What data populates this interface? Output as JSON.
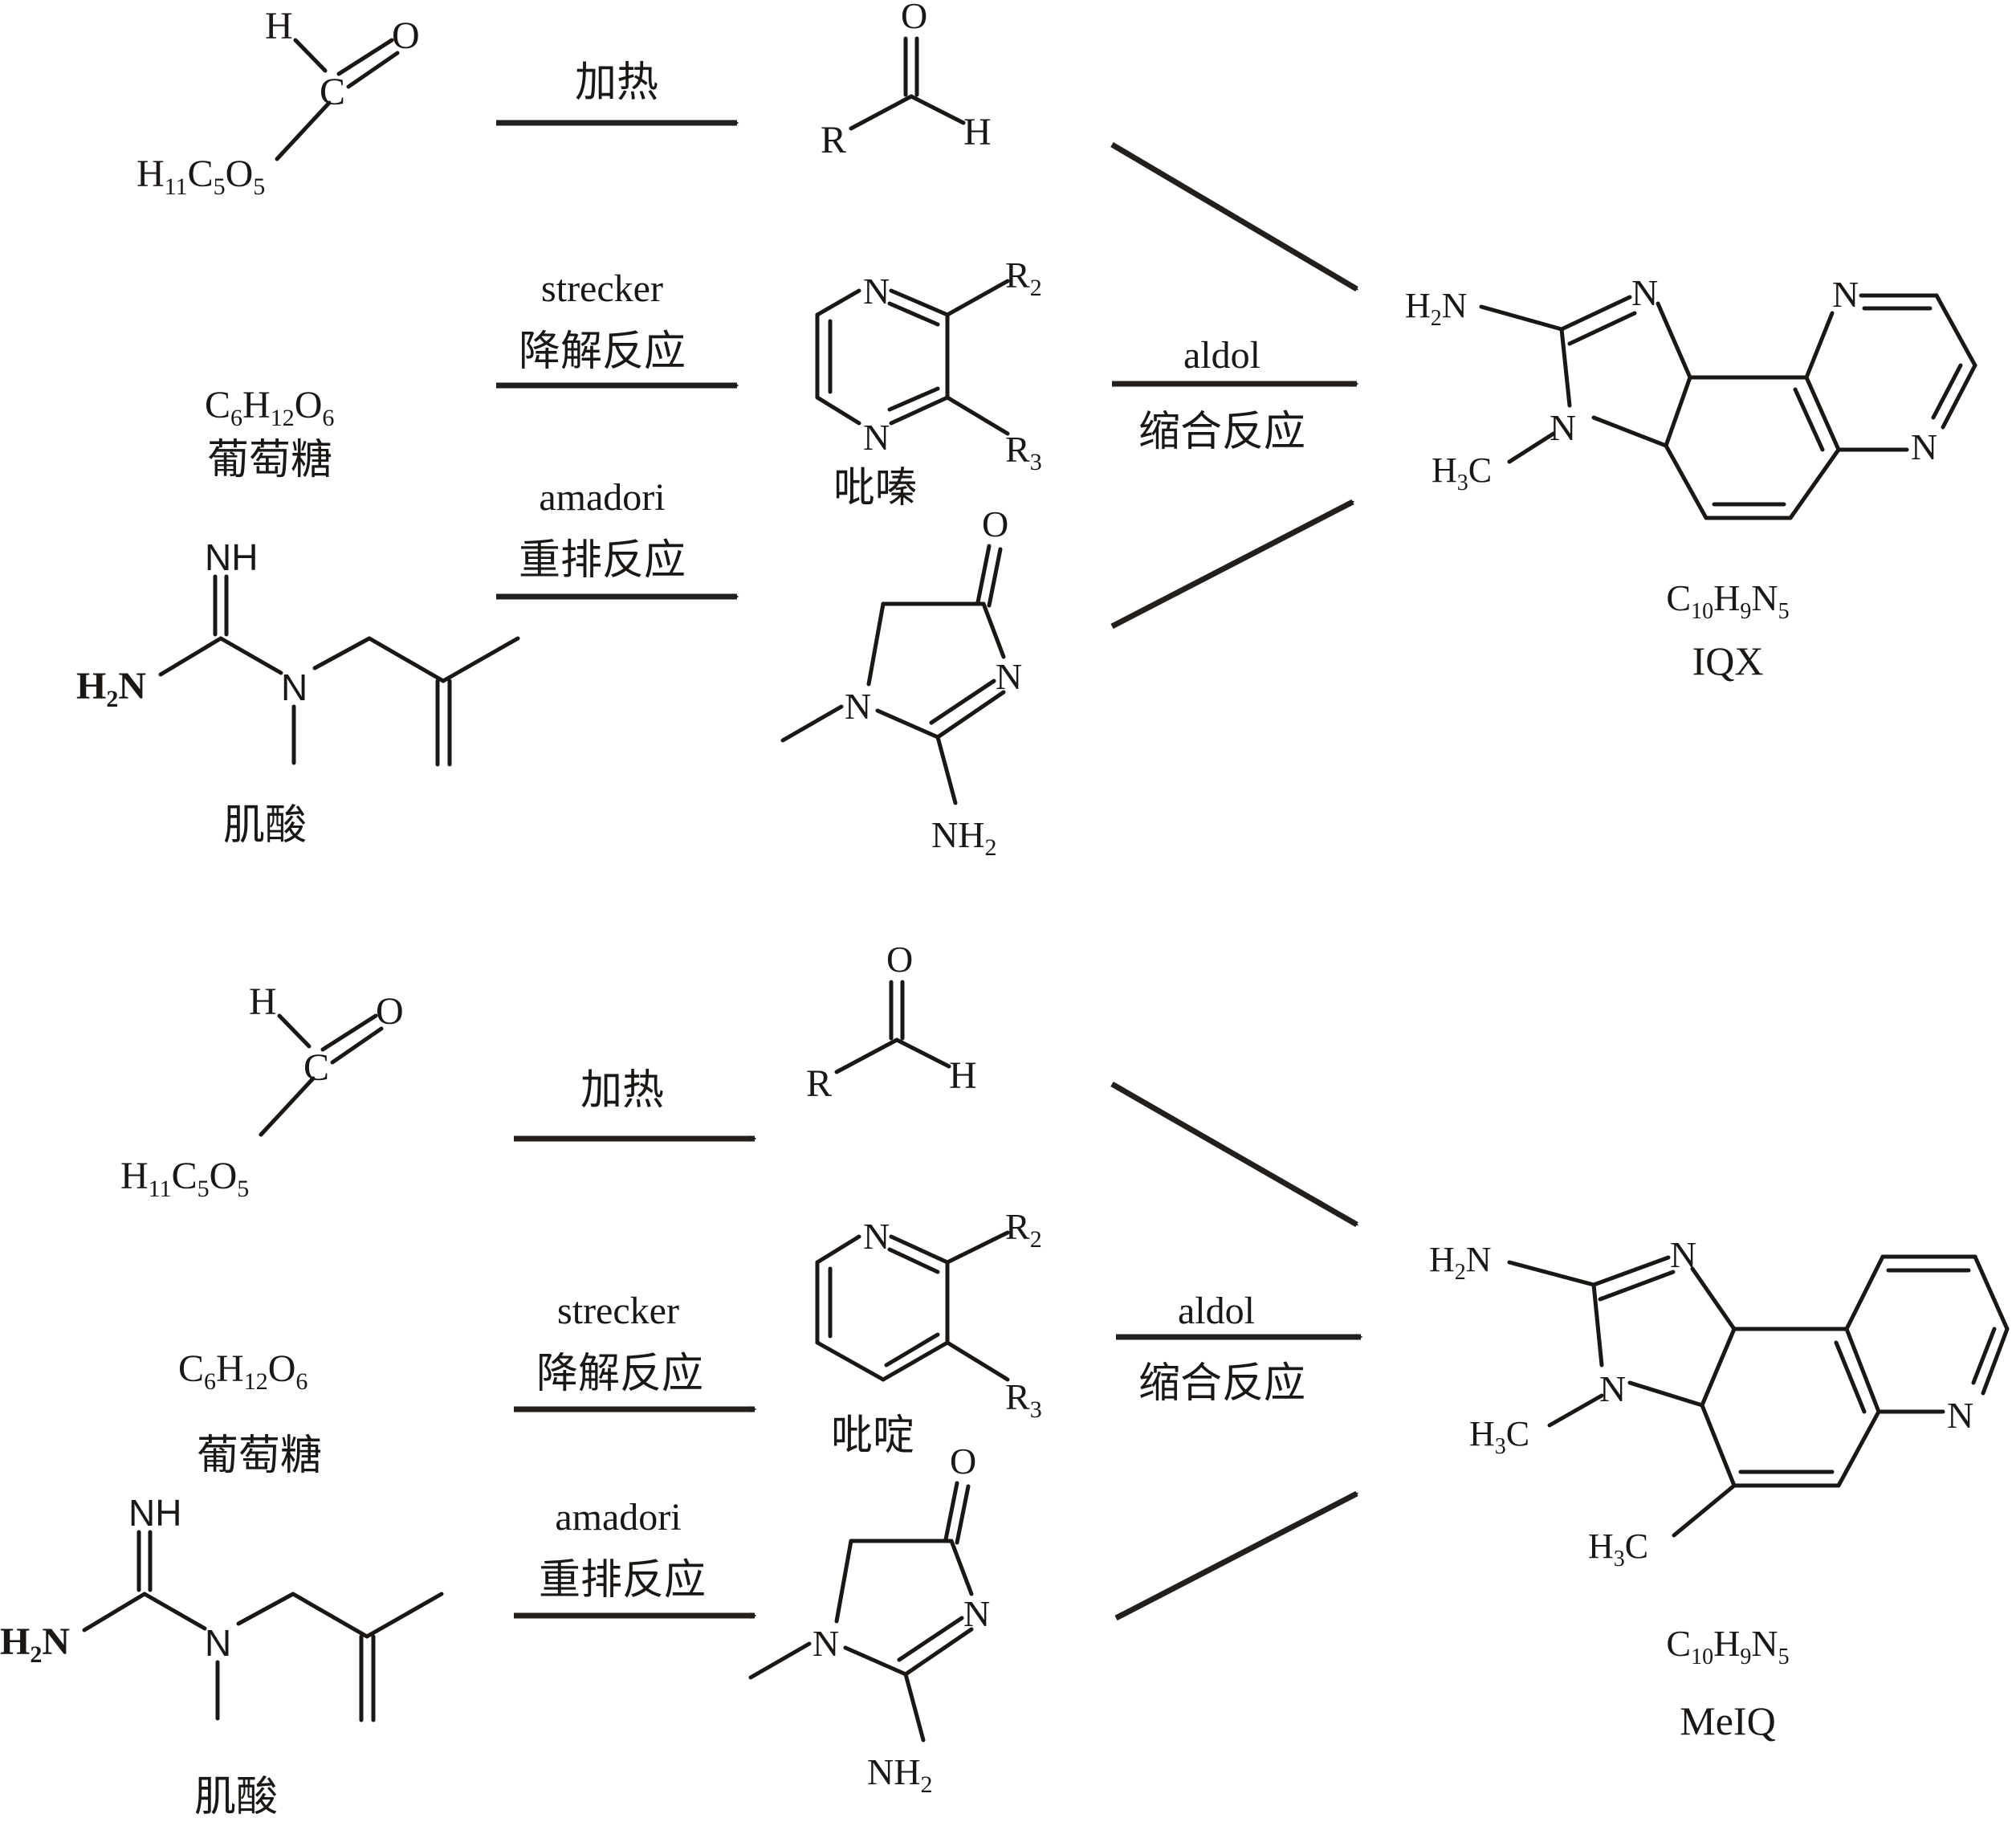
{
  "colors": {
    "ink": "#1a1714",
    "arrow": "#231f1c",
    "background": "#ffffff"
  },
  "atoms": {
    "H": "H",
    "O": "O",
    "C": "C",
    "N": "N",
    "R": "R",
    "R2": "R",
    "R2_sub": "2",
    "R3": "R",
    "R3_sub": "3",
    "NH": "NH",
    "H2N_H": "H",
    "H2N_2": "2",
    "H2N_N": "N",
    "NH2_NH": "NH",
    "NH2_2": "2",
    "CH3_H": "H",
    "CH3_3": "3",
    "CH3_C": "C"
  },
  "formulas": {
    "pentose": [
      "H",
      "11",
      "C",
      "5",
      "O",
      "5"
    ],
    "glucose": [
      "C",
      "6",
      "H",
      "12",
      "O",
      "6"
    ],
    "product": [
      "C",
      "10",
      "H",
      "9",
      "N",
      "5"
    ]
  },
  "names": {
    "glucose": "葡萄糖",
    "creatine": "肌酸",
    "pyrazine": "吡嗪",
    "pyridine": "吡啶"
  },
  "arrows": {
    "heat": "加热",
    "strecker": "strecker",
    "strecker_cn": "降解反应",
    "amadori": "amadori",
    "amadori_cn": "重排反应",
    "aldol": "aldol",
    "aldol_cn": "缩合反应"
  },
  "products": {
    "top": "IQX",
    "bottom": "MeIQ"
  }
}
